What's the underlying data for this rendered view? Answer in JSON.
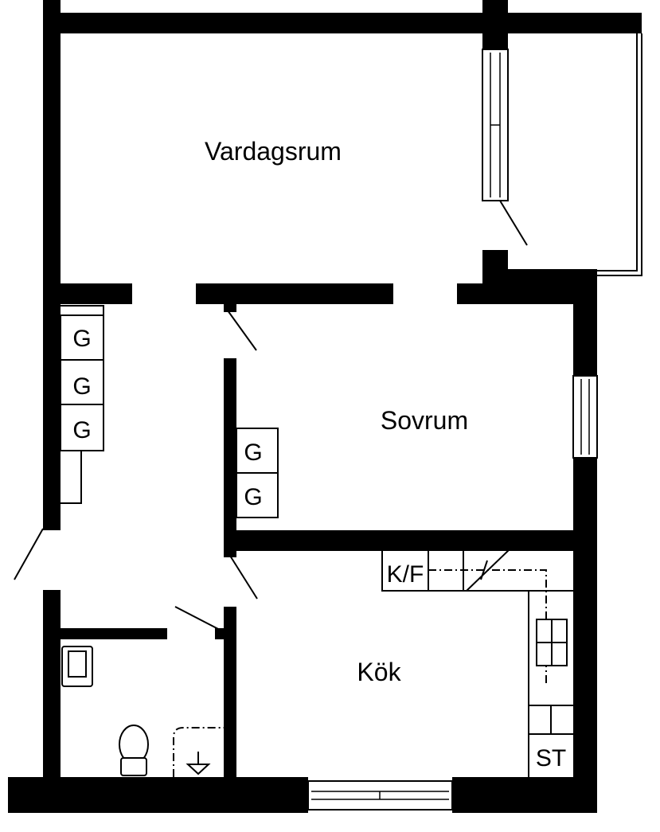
{
  "rooms": {
    "living_room": "Vardagsrum",
    "bedroom": "Sovrum",
    "kitchen": "Kök"
  },
  "wardrobes": {
    "hall": [
      "G",
      "G",
      "G"
    ],
    "bedroom": [
      "G",
      "G"
    ]
  },
  "kitchen_fixtures": {
    "fridge_freezer": "K/F",
    "stove": "ST"
  },
  "colors": {
    "wall": "#000000",
    "background": "#ffffff"
  }
}
